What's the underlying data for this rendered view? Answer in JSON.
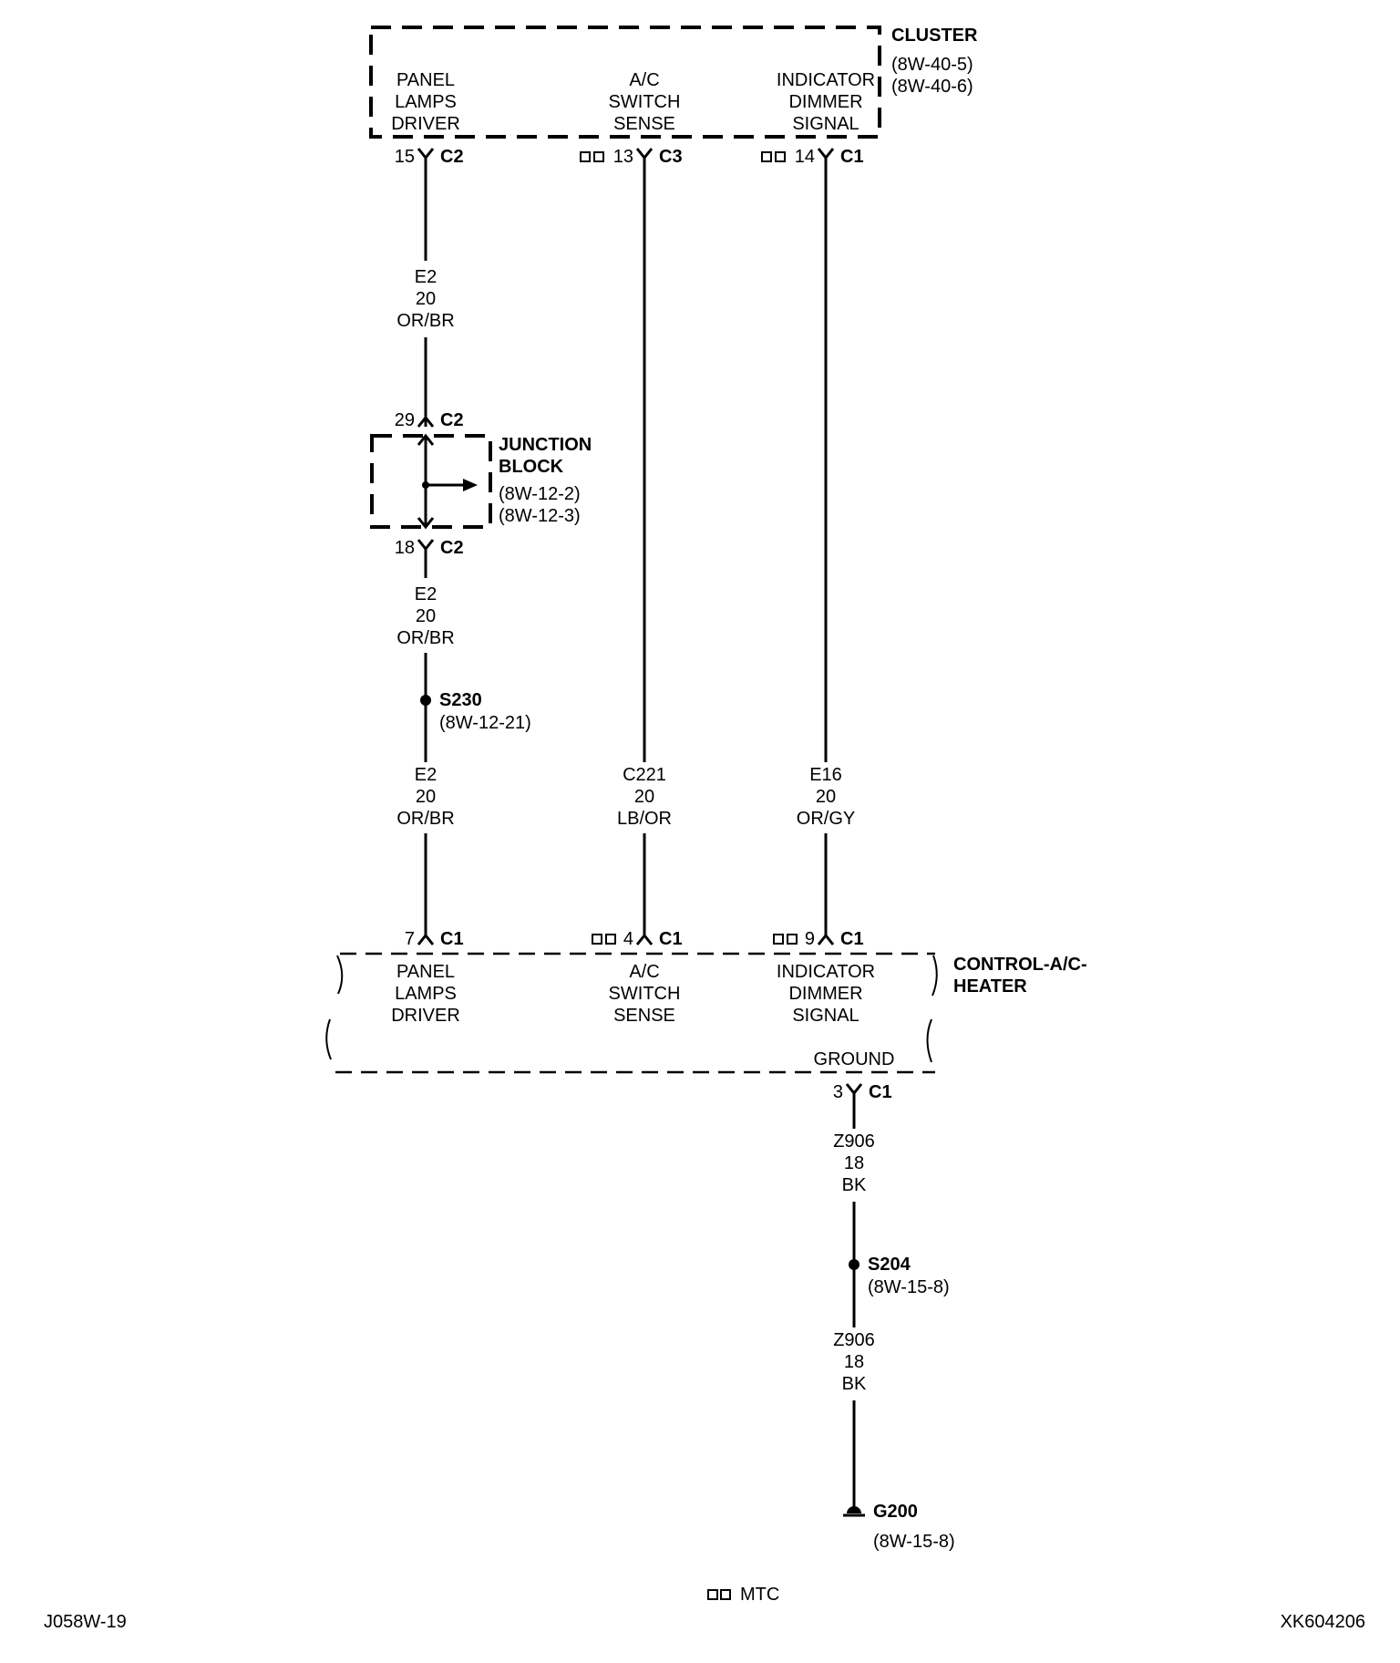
{
  "cluster": {
    "title": "CLUSTER",
    "refs": [
      "(8W-40-5)",
      "(8W-40-6)"
    ],
    "pins": [
      {
        "lines": [
          "PANEL",
          "LAMPS",
          "DRIVER"
        ],
        "pin": "15",
        "connector": "C2",
        "mtc": false
      },
      {
        "lines": [
          "A/C",
          "SWITCH",
          "SENSE"
        ],
        "pin": "13",
        "connector": "C3",
        "mtc": true
      },
      {
        "lines": [
          "INDICATOR",
          "DIMMER",
          "SIGNAL"
        ],
        "pin": "14",
        "connector": "C1",
        "mtc": true
      }
    ]
  },
  "junction_block": {
    "title": [
      "JUNCTION",
      "BLOCK"
    ],
    "refs": [
      "(8W-12-2)",
      "(8W-12-3)"
    ],
    "in_pin": "29",
    "in_connector": "C2",
    "out_pin": "18",
    "out_connector": "C2"
  },
  "splice_s230": {
    "id": "S230",
    "ref": "(8W-12-21)"
  },
  "wires": {
    "e2_a": [
      "E2",
      "20",
      "OR/BR"
    ],
    "e2_b": [
      "E2",
      "20",
      "OR/BR"
    ],
    "e2_c": [
      "E2",
      "20",
      "OR/BR"
    ],
    "c221": [
      "C221",
      "20",
      "LB/OR"
    ],
    "e16": [
      "E16",
      "20",
      "OR/GY"
    ],
    "z906_a": [
      "Z906",
      "18",
      "BK"
    ],
    "z906_b": [
      "Z906",
      "18",
      "BK"
    ]
  },
  "control": {
    "title": [
      "CONTROL-A/C-",
      "HEATER"
    ],
    "pins": [
      {
        "lines": [
          "PANEL",
          "LAMPS",
          "DRIVER"
        ],
        "pin": "7",
        "connector": "C1",
        "mtc": false
      },
      {
        "lines": [
          "A/C",
          "SWITCH",
          "SENSE"
        ],
        "pin": "4",
        "connector": "C1",
        "mtc": true
      },
      {
        "lines": [
          "INDICATOR",
          "DIMMER",
          "SIGNAL"
        ],
        "pin": "9",
        "connector": "C1",
        "mtc": true
      }
    ],
    "ground_label": "GROUND",
    "ground_pin": "3",
    "ground_connector": "C1"
  },
  "splice_s204": {
    "id": "S204",
    "ref": "(8W-15-8)"
  },
  "ground_g200": {
    "id": "G200",
    "ref": "(8W-15-8)"
  },
  "legend": {
    "mtc": "MTC"
  },
  "footer": {
    "left": "J058W-19",
    "right": "XK604206"
  }
}
